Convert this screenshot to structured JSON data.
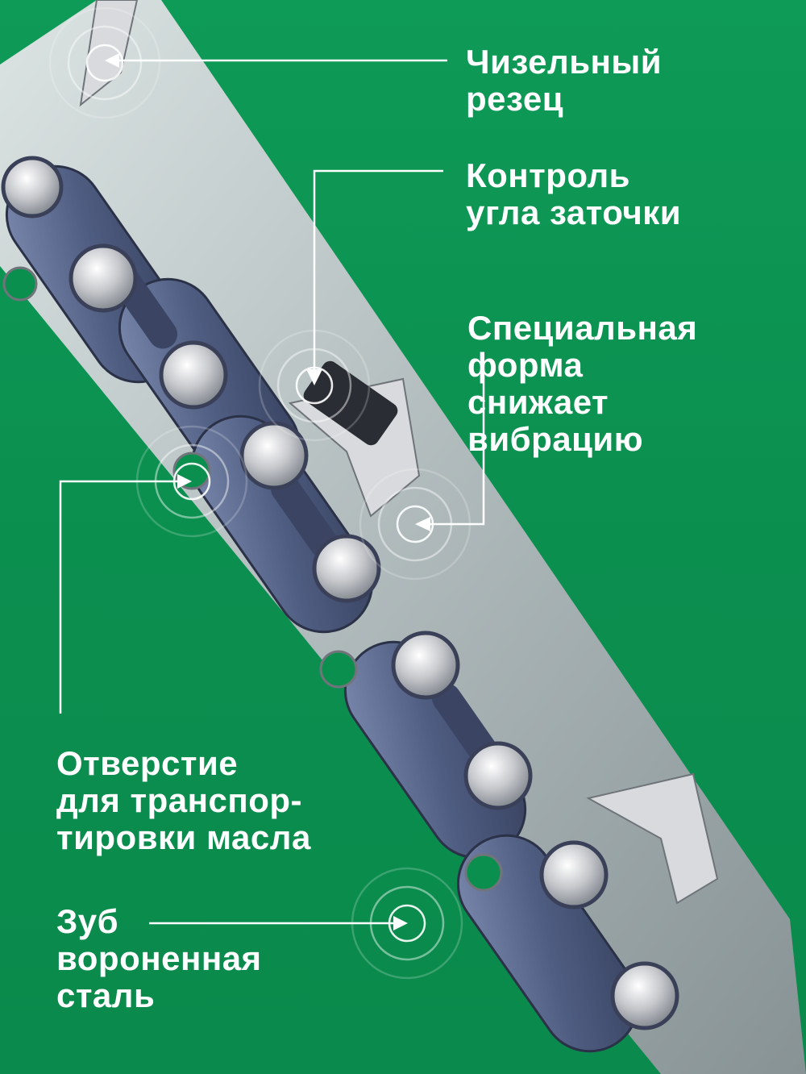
{
  "labels": {
    "chisel": [
      "Чизельный",
      "резец"
    ],
    "angle": [
      "Контроль",
      "угла заточки"
    ],
    "shape": [
      "Специальная",
      "форма",
      "снижает",
      "вибрацию"
    ],
    "oil_hole": [
      "Отверстие",
      "для транспор-",
      "тировки масла"
    ],
    "tooth": [
      "Зуб",
      "вороненная",
      "сталь"
    ]
  },
  "colors": {
    "background": "#0b8f4f",
    "line": "#ffffff",
    "steel": "#c9ccd0",
    "blued_steel": "#5f6f94",
    "rivet": "#dcdde0"
  }
}
